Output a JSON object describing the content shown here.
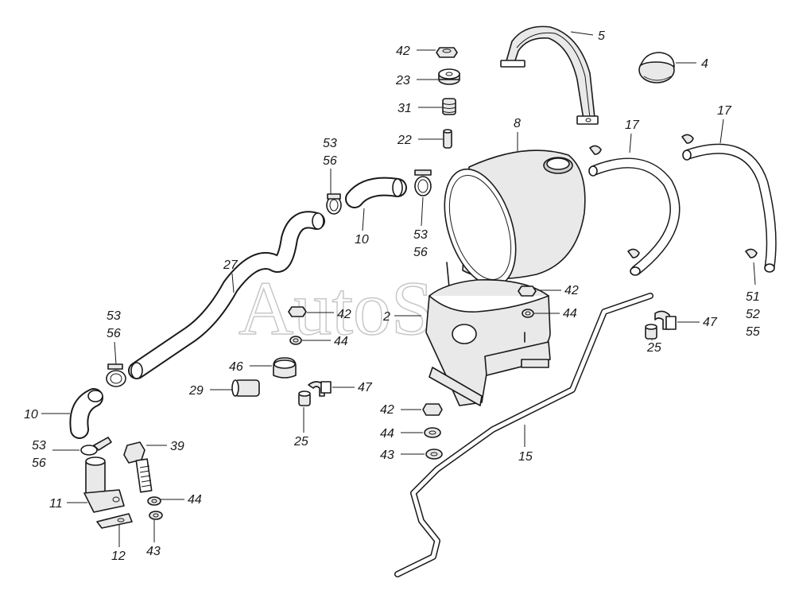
{
  "watermark": "AutoSoft",
  "labels": {
    "l42a": "42",
    "l23": "23",
    "l31": "31",
    "l22": "22",
    "l5": "5",
    "l4": "4",
    "l8": "8",
    "l17a": "17",
    "l17b": "17",
    "l53a": "53",
    "l56a": "56",
    "l10a": "10",
    "l53b": "53",
    "l56b": "56",
    "l27": "27",
    "l42b": "42",
    "l44a": "44",
    "l2": "2",
    "l42c": "42",
    "l44b": "44",
    "l51": "51",
    "l52": "52",
    "l55": "55",
    "l47a": "47",
    "l25a": "25",
    "l53c": "53",
    "l56c": "56",
    "l46": "46",
    "l29": "29",
    "l47b": "47",
    "l25b": "25",
    "l10b": "10",
    "l42d": "42",
    "l44c": "44",
    "l43a": "43",
    "l15": "15",
    "l53d": "53",
    "l56d": "56",
    "l39": "39",
    "l11": "11",
    "l44d": "44",
    "l12": "12",
    "l43b": "43"
  }
}
